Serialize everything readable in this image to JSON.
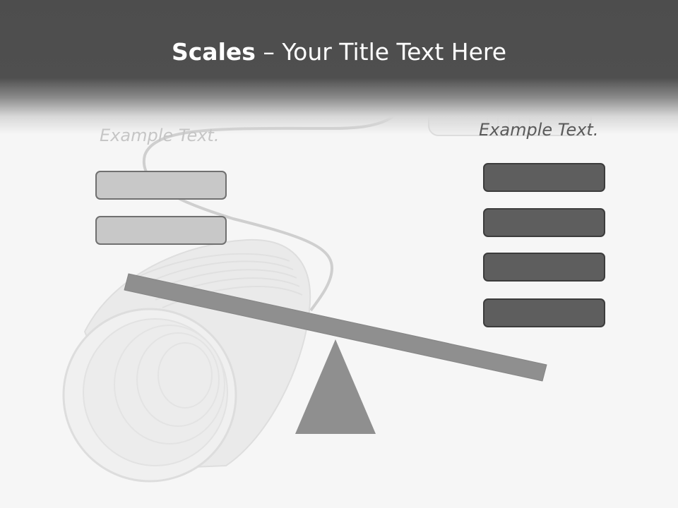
{
  "slide": {
    "title_bold": "Scales",
    "title_rest": " – Your Title Text Here",
    "left_label": "Example Text.",
    "right_label": "Example Text."
  },
  "colors": {
    "header": "#4d4d4d",
    "beam": "#8f8f8f",
    "fulcrum": "#8f8f8f",
    "light_box": "#c8c8c8",
    "dark_box": "#5e5e5e"
  },
  "background_image": "tin-can-telephone-photo"
}
